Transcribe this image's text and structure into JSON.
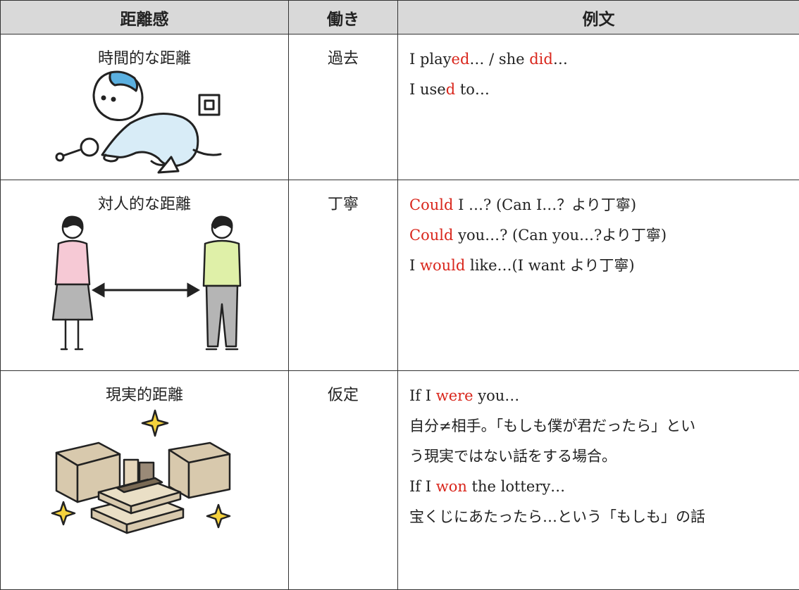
{
  "headers": [
    "距離感",
    "働き",
    "例文"
  ],
  "rows": [
    {
      "category": "時間的な距離",
      "function": "過去",
      "illustration": "crawling-baby-illustration",
      "examples": [
        [
          {
            "t": "I play"
          },
          {
            "t": "ed",
            "red": true
          },
          {
            "t": "… / she "
          },
          {
            "t": "did",
            "red": true
          },
          {
            "t": "…"
          }
        ],
        [
          {
            "t": "I use"
          },
          {
            "t": "d",
            "red": true
          },
          {
            "t": " to…"
          }
        ]
      ]
    },
    {
      "category": "対人的な距離",
      "function": "丁寧",
      "illustration": "two-people-distance-illustration",
      "examples": [
        [
          {
            "t": "Could",
            "red": true
          },
          {
            "t": " I …? (Can I…？より丁寧)"
          }
        ],
        [
          {
            "t": "Could",
            "red": true
          },
          {
            "t": " you…? (Can you…?より丁寧)"
          }
        ],
        [
          {
            "t": "I "
          },
          {
            "t": "would",
            "red": true
          },
          {
            "t": " like…(I want より丁寧)"
          }
        ]
      ]
    },
    {
      "category": "現実的距離",
      "function": "仮定",
      "illustration": "money-boxes-illustration",
      "examples": [
        [
          {
            "t": "If I "
          },
          {
            "t": "were",
            "red": true
          },
          {
            "t": " you…"
          }
        ],
        [
          {
            "t": "自分≠相手。「もしも僕が君だったら」とい"
          }
        ],
        [
          {
            "t": "う現実ではない話をする場合。"
          }
        ],
        [
          {
            "t": "If I "
          },
          {
            "t": "won",
            "red": true
          },
          {
            "t": " the lottery…"
          }
        ],
        [
          {
            "t": "宝くじにあたったら…という「もしも」の話"
          }
        ]
      ]
    }
  ],
  "colors": {
    "accent_red": "#d9261c",
    "header_bg": "#d9d9d9"
  }
}
